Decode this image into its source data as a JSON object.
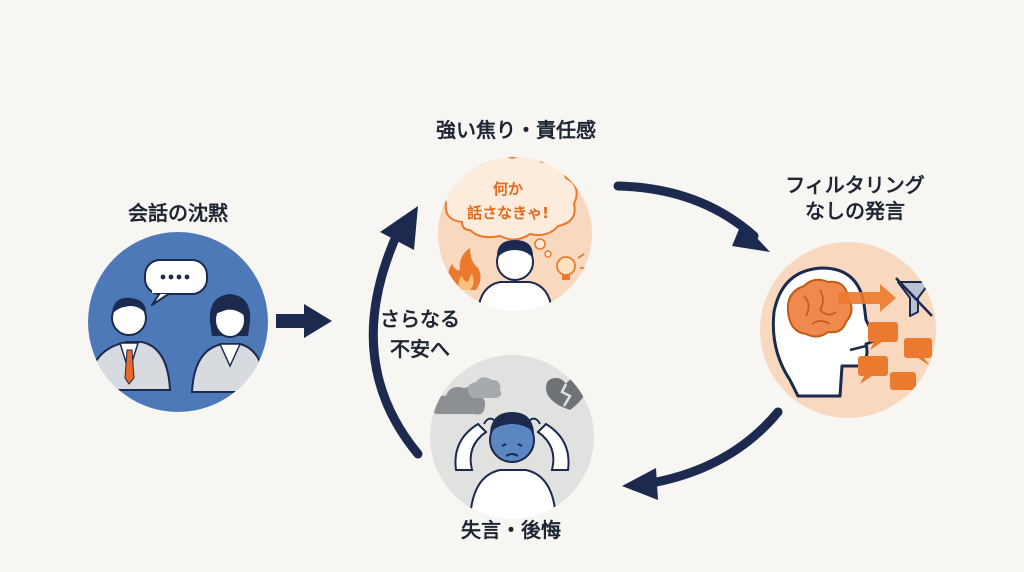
{
  "nodes": {
    "silence": {
      "label": "会話の沈黙"
    },
    "stress": {
      "label": "強い焦り・責任感",
      "thought_line1": "何か",
      "thought_line2": "話さなきゃ!"
    },
    "filter": {
      "label_line1": "フィルタリング",
      "label_line2": "なしの発言"
    },
    "regret": {
      "label": "失言・後悔"
    }
  },
  "cycle_label": {
    "line1": "さらなる",
    "line2": "不安へ"
  },
  "colors": {
    "navy": "#1b2a4e",
    "blue_circle": "#4d79b8",
    "peach_circle": "#f8d8bf",
    "orange": "#ec7a2e",
    "gray_circle": "#e1e1df"
  },
  "icons": [
    "speech-bubble-icon",
    "fire-icon",
    "lightbulb-icon",
    "brain-icon",
    "filter-icon",
    "cloud-icon",
    "broken-heart-icon"
  ]
}
